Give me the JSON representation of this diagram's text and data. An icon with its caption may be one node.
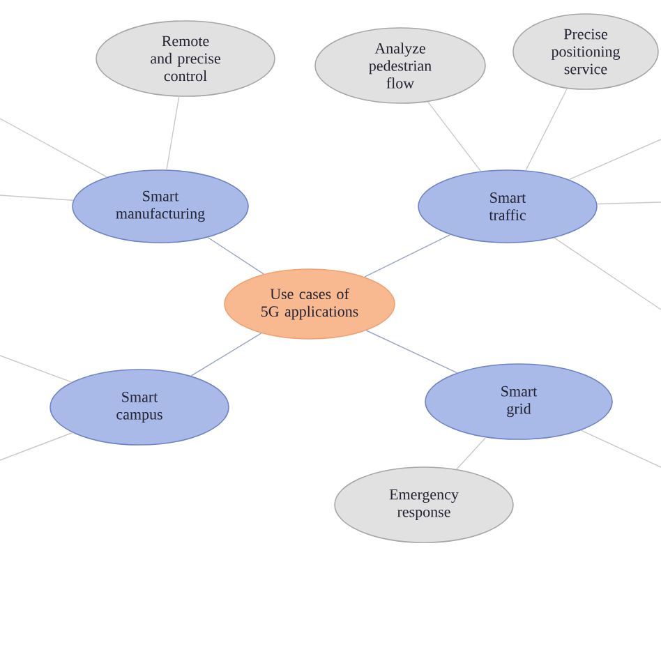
{
  "diagram": {
    "nodes": [
      {
        "text": [
          "Use cases of 5G applications"
        ]
      },
      {
        "text": [
          "Smart manufacturing"
        ]
      },
      {
        "text": [
          "Remote and precise control"
        ]
      },
      {
        "text": [
          "Smart traffic"
        ]
      },
      {
        "text": [
          "Analyze pedestrian flow"
        ]
      },
      {
        "text": [
          "Precise positioning service"
        ]
      },
      {
        "text": [
          "Smart campus"
        ]
      },
      {
        "text": [
          "Smart grid"
        ]
      },
      {
        "text": [
          "Emergency response"
        ]
      }
    ],
    "edges": [
      {
        "from": 0,
        "to": 1,
        "arrow": "none",
        "color": "#9aa4c4"
      },
      {
        "from": 0,
        "to": 3,
        "arrow": "none",
        "color": "#9aa4c4"
      },
      {
        "from": 0,
        "to": 6,
        "arrow": "none",
        "color": "#9aa4c4"
      },
      {
        "from": 0,
        "to": 7,
        "arrow": "none",
        "color": "#9aa4c4"
      },
      {
        "from": 1,
        "to": 2,
        "arrow": "none"
      },
      {
        "from": 1,
        "to": null,
        "arrow": "none"
      },
      {
        "from": 1,
        "to": null,
        "arrow": "none"
      },
      {
        "from": 3,
        "to": 4,
        "arrow": "none"
      },
      {
        "from": 3,
        "to": 5,
        "arrow": "none"
      },
      {
        "from": 3,
        "to": null,
        "arrow": "none"
      },
      {
        "from": 3,
        "to": null,
        "arrow": "none"
      },
      {
        "from": 3,
        "to": null,
        "arrow": "none"
      },
      {
        "from": 6,
        "to": null,
        "arrow": "none"
      },
      {
        "from": 6,
        "to": null,
        "arrow": "none"
      },
      {
        "from": 7,
        "to": 8,
        "arrow": "none"
      },
      {
        "from": 7,
        "to": null,
        "arrow": "none"
      }
    ]
  }
}
